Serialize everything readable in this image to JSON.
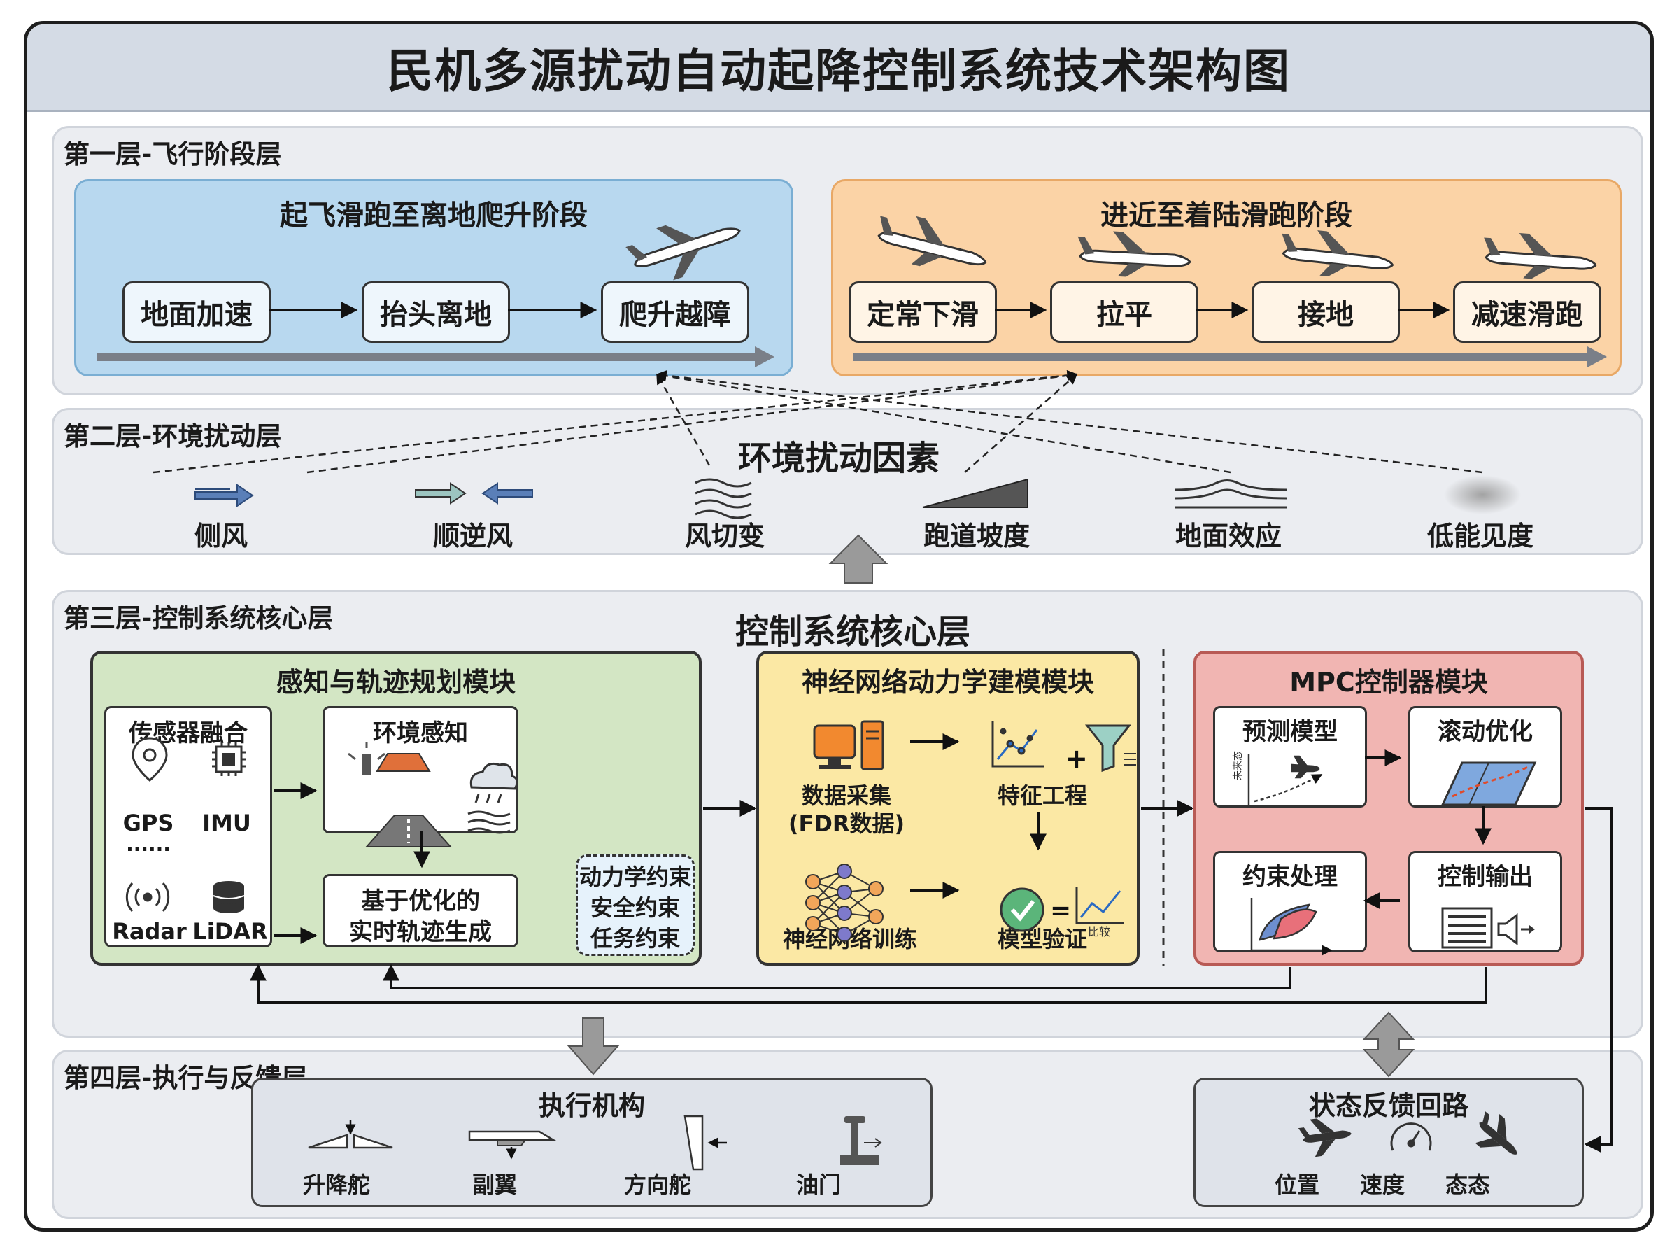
{
  "title": "民机多源扰动自动起降控制系统技术架构图",
  "layer1": {
    "label": "第一层-飞行阶段层",
    "takeoff": {
      "title": "起飞滑跑至离地爬升阶段",
      "steps": [
        "地面加速",
        "抬头离地",
        "爬升越障"
      ]
    },
    "landing": {
      "title": "进近至着陆滑跑阶段",
      "steps": [
        "定常下滑",
        "拉平",
        "接地",
        "减速滑跑"
      ]
    }
  },
  "layer2": {
    "label": "第二层-环境扰动层",
    "center_title": "环境扰动因素",
    "factors": [
      "侧风",
      "顺逆风",
      "风切变",
      "跑道坡度",
      "地面效应",
      "低能见度"
    ]
  },
  "layer3": {
    "label": "第三层-控制系统核心层",
    "center_title": "控制系统核心层",
    "perception": {
      "title": "感知与轨迹规划模块",
      "sensor_fusion": {
        "title": "传感器融合",
        "items": [
          "GPS",
          "IMU",
          "......",
          "Radar",
          "LiDAR"
        ]
      },
      "env_perception": {
        "title": "环境感知"
      },
      "trajectory": {
        "line1": "基于优化的",
        "line2": "实时轨迹生成"
      },
      "constraints": [
        "动力学约束",
        "安全约束",
        "任务约束"
      ]
    },
    "nn": {
      "title": "神经网络动力学建模模块",
      "data_collect": {
        "line1": "数据采集",
        "line2": "(FDR数据)"
      },
      "feature": "特征工程",
      "training": "神经网络训练",
      "validation": "模型验证",
      "compare": "比较"
    },
    "mpc": {
      "title": "MPC控制器模块",
      "predict": "预测模型",
      "predict_axis": "未来态",
      "rolling": "滚动优化",
      "constraint": "约束处理",
      "output": "控制输出"
    }
  },
  "layer4": {
    "label": "第四层-执行与反馈层",
    "actuators": {
      "title": "执行机构",
      "items": [
        "升降舵",
        "副翼",
        "方向舵",
        "油门"
      ]
    },
    "feedback": {
      "title": "状态反馈回路",
      "items": [
        "位置",
        "速度",
        "态态"
      ]
    }
  },
  "colors": {
    "takeoff_bg": "#b8d8ef",
    "landing_bg": "#fbd3a6",
    "perception_bg": "#d3e6c4",
    "nn_bg": "#fbe8a4",
    "mpc_bg": "#f1b5b2",
    "layer_bg": "#ebedf1",
    "title_bg": "#d4dbe5"
  }
}
